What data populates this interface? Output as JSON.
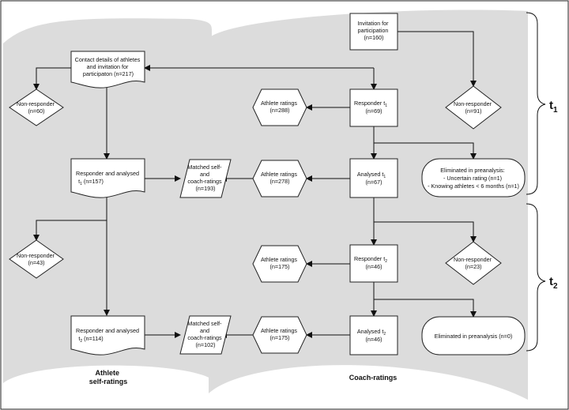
{
  "columns": {
    "athlete": [
      "Athlete",
      "self-ratings"
    ],
    "coach": [
      "Coach-ratings"
    ]
  },
  "nodes": {
    "invitation": [
      "Invitation for",
      "participation",
      "(n=160)"
    ],
    "responder_t1": [
      "Responder t",
      "(n=69)"
    ],
    "nonresp_91": [
      "Non-responder",
      "(n=91)"
    ],
    "athlete_ratings_288": [
      "Athlete ratings",
      "(n=288)"
    ],
    "analysed_t1": [
      "Analysed t",
      "(n=67)"
    ],
    "eliminated_1": [
      "Eliminated in preanalysis:",
      "- Uncertain rating (n=1)",
      "- Knowing athletes  < 6 months (n=1)"
    ],
    "athlete_ratings_278": [
      "Athlete ratings",
      "(n=278)"
    ],
    "matched_193": [
      "Matched self-",
      "and",
      "coach-ratings",
      "(n=193)"
    ],
    "contact": [
      "Contact details of athletes",
      "and invitation for",
      "participaton (n=217)"
    ],
    "nonresp_60": [
      "Non-responder",
      "(n=60)"
    ],
    "resp_analysed_t1": [
      "Responder and analysed",
      "t",
      " (n=157)"
    ],
    "nonresp_43": [
      "Non-responder",
      "(n=43)"
    ],
    "responder_t2": [
      "Responder t",
      "(n=46)"
    ],
    "nonresp_23": [
      "Non-responder",
      "(n=23)"
    ],
    "athlete_ratings_175a": [
      "Athlete ratings",
      "(n=175)"
    ],
    "analysed_t2": [
      "Analysed t",
      "(n=46)"
    ],
    "eliminated_2": [
      "Eliminated in preanalysis (n=0)"
    ],
    "athlete_ratings_175b": [
      "Athlete ratings",
      "(n=175)"
    ],
    "matched_102": [
      "Matched self-",
      "and",
      "coach-ratings",
      "(n=102)"
    ],
    "resp_analysed_t2": [
      "Responder and analysed",
      "t",
      " (n=114)"
    ]
  },
  "subscripts": {
    "t1": "1",
    "t2": "2"
  },
  "timepoints": {
    "t1": {
      "label": "t",
      "sub": "1"
    },
    "t2": {
      "label": "t",
      "sub": "2"
    }
  },
  "colors": {
    "panel": "#dcdcdc",
    "stroke": "#222222",
    "background": "#ffffff"
  }
}
